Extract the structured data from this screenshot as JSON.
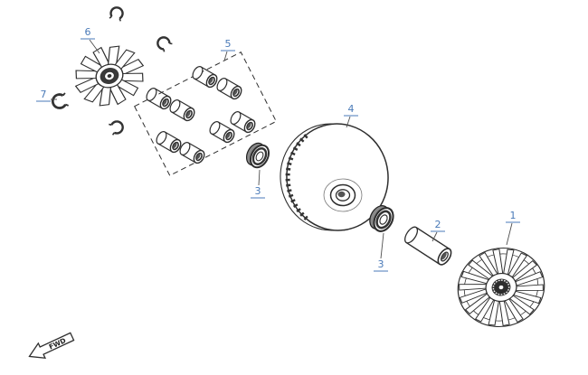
{
  "figure": {
    "direction_indicator": "FWD",
    "callouts": [
      {
        "number": "1"
      },
      {
        "number": "2"
      },
      {
        "number": "3"
      },
      {
        "number": "3"
      },
      {
        "number": "4"
      },
      {
        "number": "5"
      },
      {
        "number": "6"
      },
      {
        "number": "7"
      }
    ],
    "colors": {
      "callout": "#4a7ab8",
      "line": "#2e2e2e",
      "background": "#ffffff"
    }
  }
}
